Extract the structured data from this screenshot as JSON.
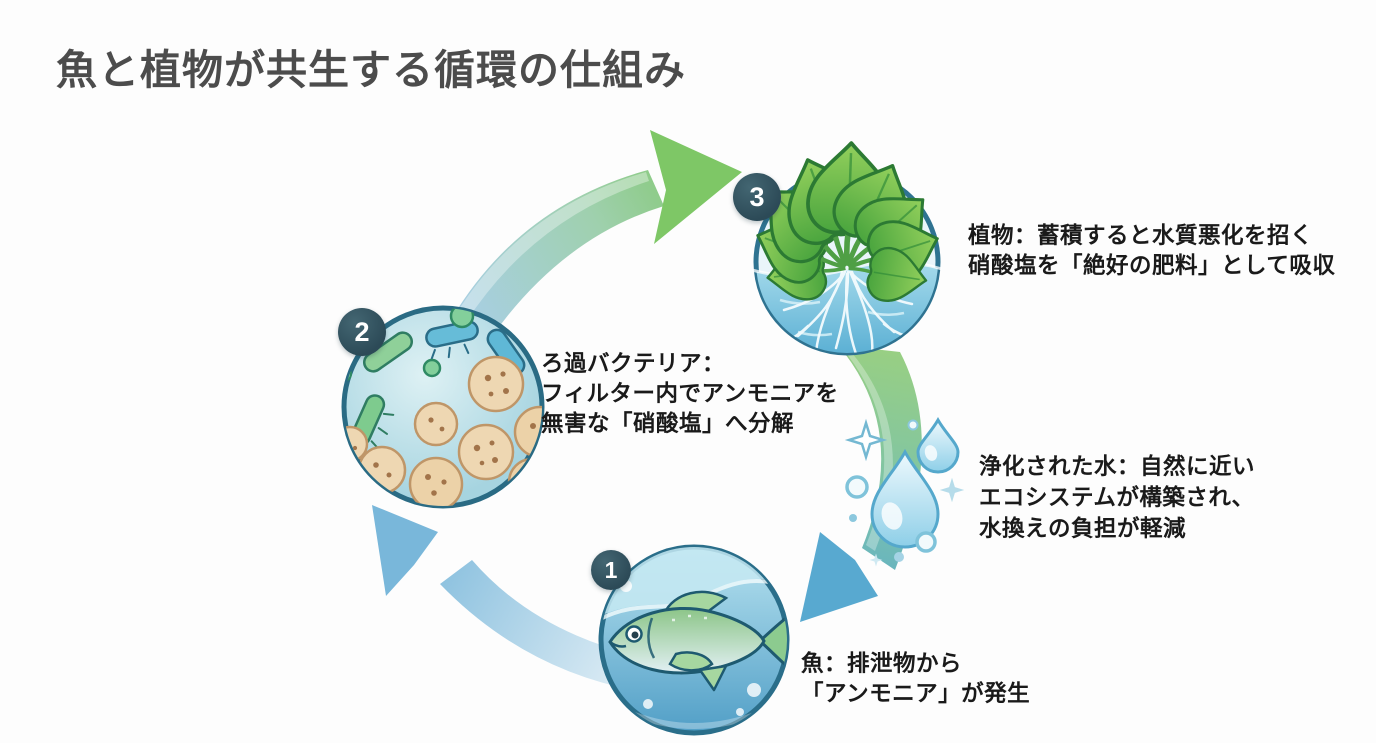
{
  "title": "魚と植物が共生する循環の仕組み",
  "steps": {
    "fish": {
      "number": "1",
      "lines": [
        "魚：排泄物から",
        "「アンモニア」が発生"
      ]
    },
    "bacteria": {
      "number": "2",
      "lines": [
        "ろ過バクテリア：",
        "フィルター内でアンモニアを",
        "無害な「硝酸塩」へ分解"
      ]
    },
    "plant": {
      "number": "3",
      "lines": [
        "植物：蓄積すると水質悪化を招く",
        "硝酸塩を「絶好の肥料」として吸収"
      ]
    }
  },
  "water_note": {
    "lines": [
      "浄化された水：自然に近い",
      "エコシステムが構築され、",
      "水換えの負担が軽減"
    ]
  },
  "icons": {
    "fish": "fish-bowl-icon",
    "bacteria": "bacteria-circle-icon",
    "plant": "plant-in-water-icon",
    "water": "water-droplets-icon",
    "arrows": [
      "arrow-bacteria-to-plant",
      "arrow-plant-to-fish",
      "arrow-fish-to-bacteria"
    ]
  },
  "colors": {
    "background": "#fdfdfd",
    "title_text": "#4c4c4c",
    "label_text": "#1a1a1a",
    "badge": "#2f4e5b",
    "arrow_green": "#7ec766",
    "arrow_blue": "#79b7da",
    "water_blue": "#5bb0d5",
    "leaf_green": "#4aa53e"
  }
}
